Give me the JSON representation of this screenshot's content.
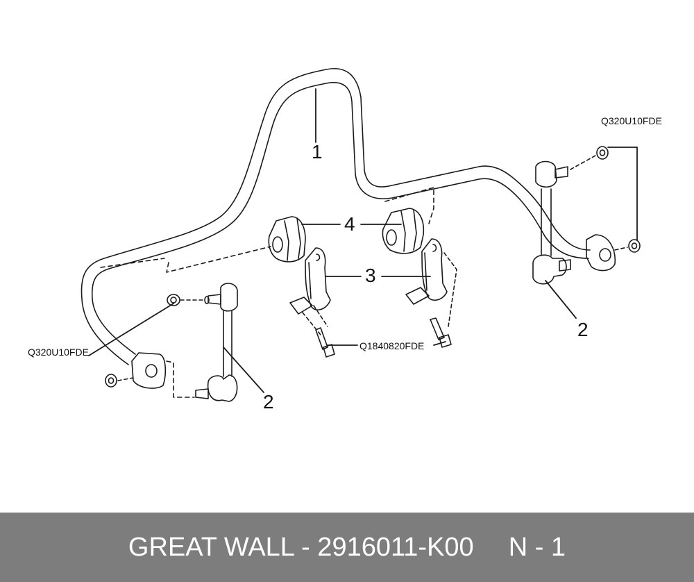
{
  "diagram": {
    "callouts": {
      "c1": "1",
      "c2a": "2",
      "c2b": "2",
      "c3": "3",
      "c4": "4"
    },
    "parts": {
      "nut_right": "Q320U10FDE",
      "nut_left": "Q320U10FDE",
      "bolt": "Q1840820FDE"
    }
  },
  "footer": {
    "part_number": "GREAT WALL - 2916011-K00",
    "quantity": "N - 1"
  },
  "colors": {
    "line": "#1a1a1a",
    "footer_bg": "#7d7d7d",
    "footer_text": "#ffffff"
  }
}
